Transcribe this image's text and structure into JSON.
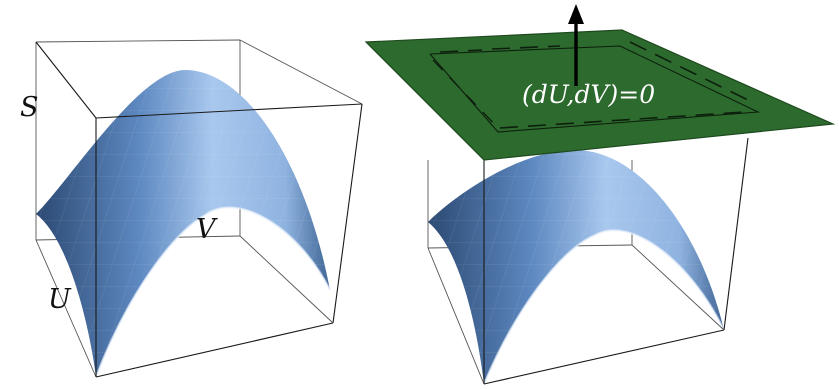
{
  "left_panel": {
    "axis_labels": {
      "s": "S",
      "u": "U",
      "v": "V"
    }
  },
  "right_panel": {
    "plane_label": "(dU,dV)=0"
  },
  "colors": {
    "surface_light": "#a9c8ee",
    "surface_mid": "#6f9bd3",
    "surface_dark": "#2c4a73",
    "plane": "#2d6a2e",
    "plane_edge": "#1e4a1f",
    "frame": "#1a1a1a"
  }
}
